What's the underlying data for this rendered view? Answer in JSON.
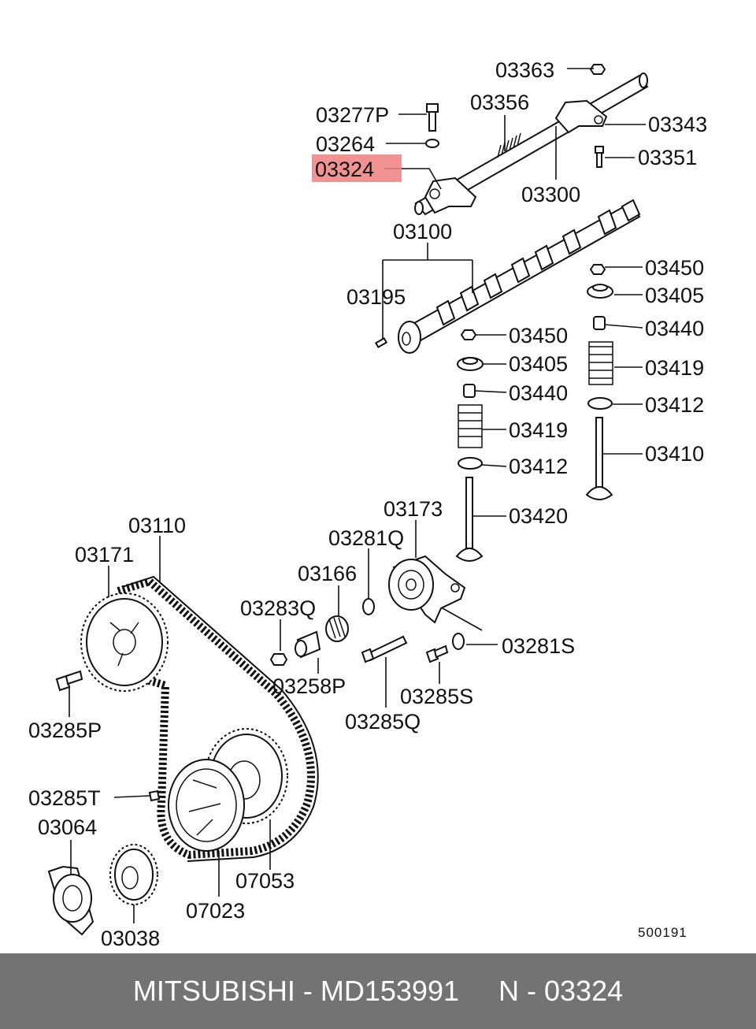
{
  "diagram": {
    "highlight_color": "#f08080",
    "highlighted_part": "03324",
    "drawing_code": "500191",
    "labels": {
      "p03363": "03363",
      "p03277P": "03277P",
      "p03356": "03356",
      "p03343": "03343",
      "p03264": "03264",
      "p03324": "03324",
      "p03351": "03351",
      "p03300": "03300",
      "p03100": "03100",
      "p03450a": "03450",
      "p03405a": "03405",
      "p03195": "03195",
      "p03440a": "03440",
      "p03450b": "03450",
      "p03419a": "03419",
      "p03405b": "03405",
      "p03412a": "03412",
      "p03440b": "03440",
      "p03410": "03410",
      "p03419b": "03419",
      "p03412b": "03412",
      "p03173": "03173",
      "p03420": "03420",
      "p03110": "03110",
      "p03281Q": "03281Q",
      "p03171": "03171",
      "p03166": "03166",
      "p03283Q": "03283Q",
      "p03281S": "03281S",
      "p03258P": "03258P",
      "p03285S": "03285S",
      "p03285P": "03285P",
      "p03285Q": "03285Q",
      "p03285T": "03285T",
      "p03064": "03064",
      "p07053": "07053",
      "p07023": "07023",
      "p03038": "03038"
    }
  },
  "footer": {
    "text": "MITSUBISHI - MD153991     N - 03324",
    "background": "#737373"
  }
}
